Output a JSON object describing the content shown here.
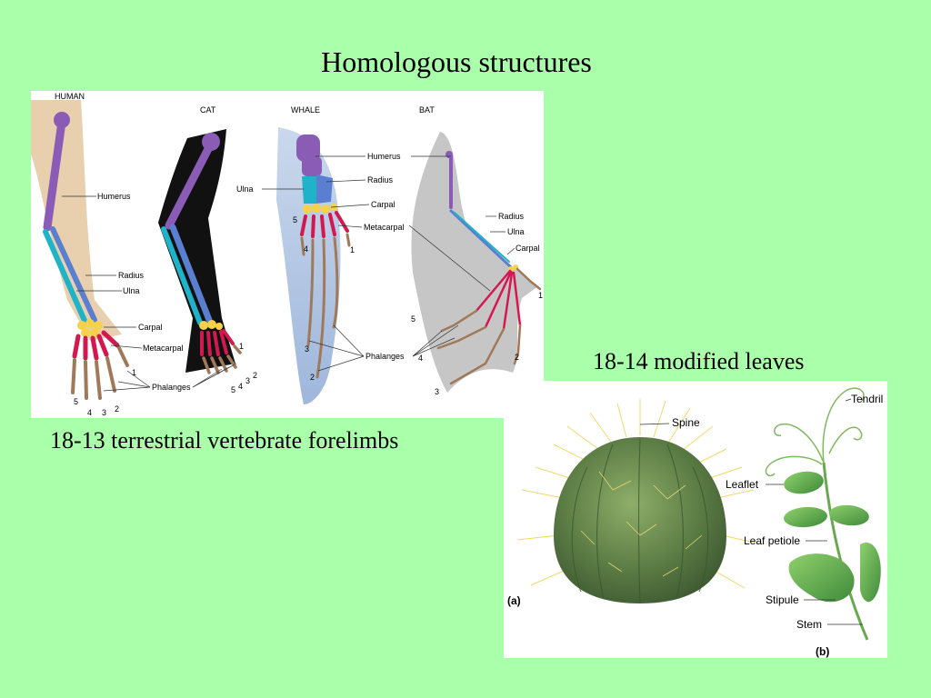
{
  "slide": {
    "title": "Homologous structures"
  },
  "forelimb_figure": {
    "caption": "18-13 terrestrial vertebrate forelimbs",
    "animals": {
      "human": "HUMAN",
      "cat": "CAT",
      "whale": "WHALE",
      "bat": "BAT"
    },
    "labels": {
      "humerus": "Humerus",
      "radius": "Radius",
      "ulna": "Ulna",
      "carpal": "Carpal",
      "metacarpal": "Metacarpal",
      "phalanges": "Phalanges"
    },
    "digits": [
      "1",
      "2",
      "3",
      "4",
      "5"
    ],
    "colors": {
      "humerus": "#8a5cb5",
      "radius": "#5b7fd0",
      "ulna": "#1fb3c9",
      "carpal": "#f5d24a",
      "metacarpal": "#d4184f",
      "phalanges": "#a0795a"
    }
  },
  "leaf_figure": {
    "caption": "18-14 modified leaves",
    "labels": {
      "spine": "Spine",
      "tendril": "Tendril",
      "leaflet": "Leaflet",
      "leaf_petiole": "Leaf petiole",
      "stipule": "Stipule",
      "stem": "Stem"
    },
    "panel_a": "(a)",
    "panel_b": "(b)"
  }
}
